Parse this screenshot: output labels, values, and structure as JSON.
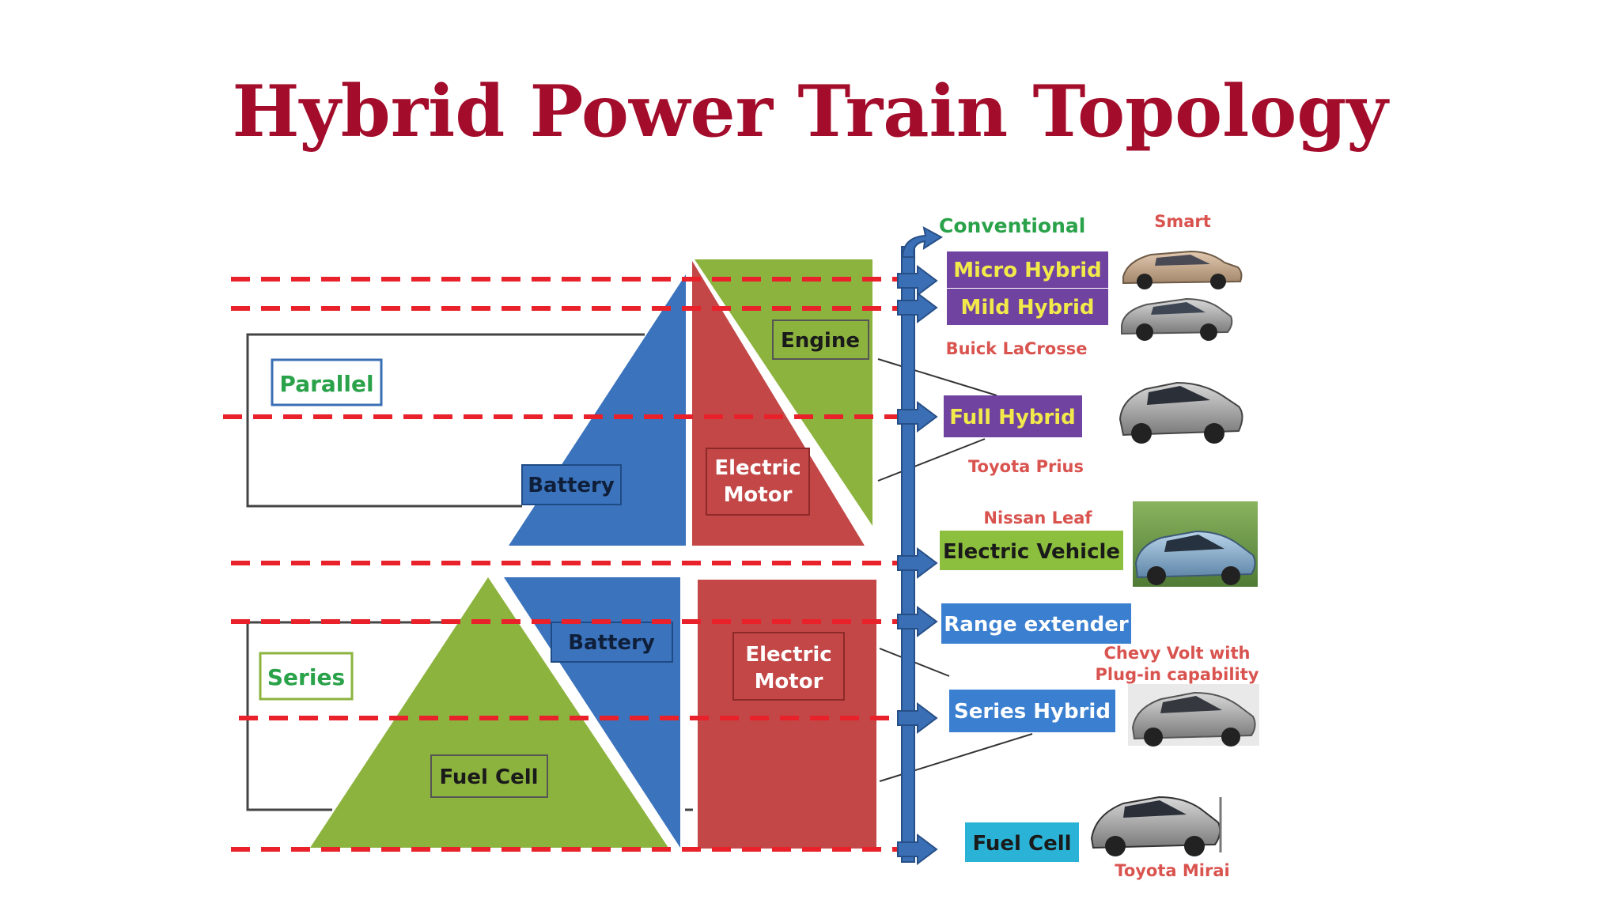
{
  "title": "Hybrid Power Train Topology",
  "colors": {
    "title": "#a30c2a",
    "battery_blue": "#3b73bd",
    "motor_red": "#c34747",
    "engine_green": "#8db33f",
    "dash_red": "#e8212a",
    "axis_blue": "#3a6fb5",
    "hybrid_purple": "#7043a0",
    "label_yellow": "#f2e94a",
    "ev_green": "#8dbf3e",
    "range_blue": "#3a7fd0",
    "fuelcell_cyan": "#2ab3d6",
    "caption_red": "#d9534f",
    "conventional_green": "#2aa24a"
  },
  "groups": {
    "parallel": "Parallel",
    "series": "Series"
  },
  "components": {
    "engine": "Engine",
    "battery_top": "Battery",
    "motor_top": [
      "Electric",
      "Motor"
    ],
    "battery_bottom": "Battery",
    "motor_bottom": [
      "Electric",
      "Motor"
    ],
    "fuel_cell": "Fuel Cell"
  },
  "categories": {
    "conventional": "Conventional",
    "micro": "Micro Hybrid",
    "mild": "Mild Hybrid",
    "full": "Full Hybrid",
    "ev": "Electric Vehicle",
    "range": "Range extender",
    "series": "Series Hybrid",
    "fuelcell": "Fuel Cell"
  },
  "cars": {
    "smart": "Smart",
    "buick": "Buick LaCrosse",
    "prius": "Toyota Prius",
    "leaf": "Nissan Leaf",
    "volt": [
      "Chevy Volt with",
      "Plug-in capability"
    ],
    "mirai": "Toyota Mirai"
  }
}
